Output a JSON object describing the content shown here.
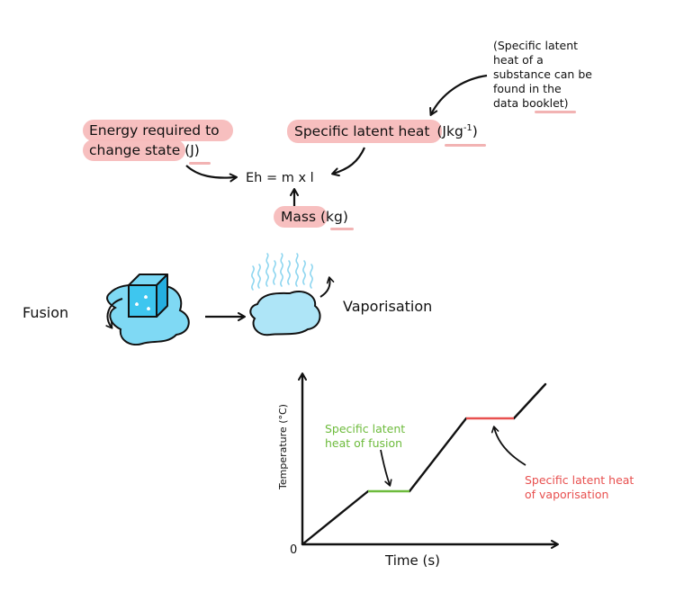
{
  "equation": {
    "formula": "Eh = m x l",
    "energy_label_line1": "Energy required to",
    "energy_label_line2_text": "change state",
    "energy_unit": "(J)",
    "latent_label": "Specific latent heat",
    "latent_unit_main": "(Jkg",
    "latent_unit_sup": "-1",
    "latent_unit_close": ")",
    "mass_label": "Mass",
    "mass_unit": "(kg)",
    "note_lines": [
      "(Specific latent",
      "heat of a",
      "substance can be",
      "found in the",
      "data booklet)"
    ]
  },
  "phases": {
    "fusion_label": "Fusion",
    "vaporisation_label": "Vaporisation"
  },
  "graph": {
    "y_axis_label": "Temperature (°C)",
    "x_axis_label": "Time (s)",
    "origin_label": "0",
    "fusion_annotation_line1": "Specific latent",
    "fusion_annotation_line2": "heat of fusion",
    "vaporisation_annotation_line1": "Specific latent heat",
    "vaporisation_annotation_line2": "of vaporisation"
  },
  "colors": {
    "highlight": "#f7bcbc",
    "fusion_green": "#6dbb3c",
    "vaporisation_red": "#e8504f",
    "ice_blue": "#3ec6ef",
    "water_blue": "#aee5f7",
    "steam_blue": "#8fd6f0"
  }
}
